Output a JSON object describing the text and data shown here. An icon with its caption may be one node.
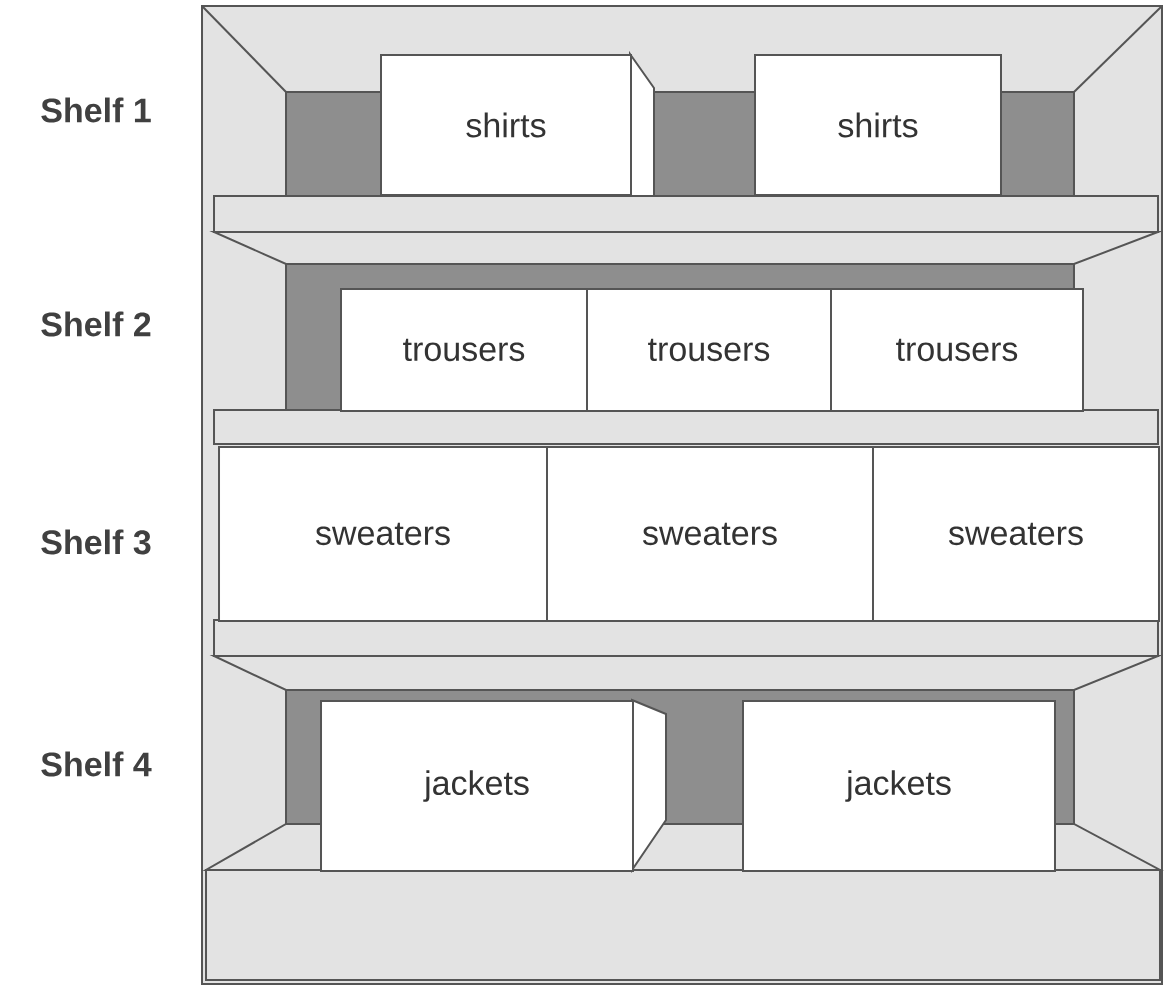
{
  "diagram": {
    "nodes": [
      {
        "text": [
          "shirts"
        ]
      },
      {
        "text": [
          "shirts"
        ]
      },
      {
        "text": [
          "trousers"
        ]
      },
      {
        "text": [
          "trousers"
        ]
      },
      {
        "text": [
          "trousers"
        ]
      },
      {
        "text": [
          "sweaters"
        ]
      },
      {
        "text": [
          "sweaters"
        ]
      },
      {
        "text": [
          "sweaters"
        ]
      },
      {
        "text": [
          "jackets"
        ]
      },
      {
        "text": [
          "jackets"
        ]
      }
    ],
    "labels": [
      "Shelf 1",
      "Shelf 2",
      "Shelf 3",
      "Shelf 4"
    ]
  }
}
